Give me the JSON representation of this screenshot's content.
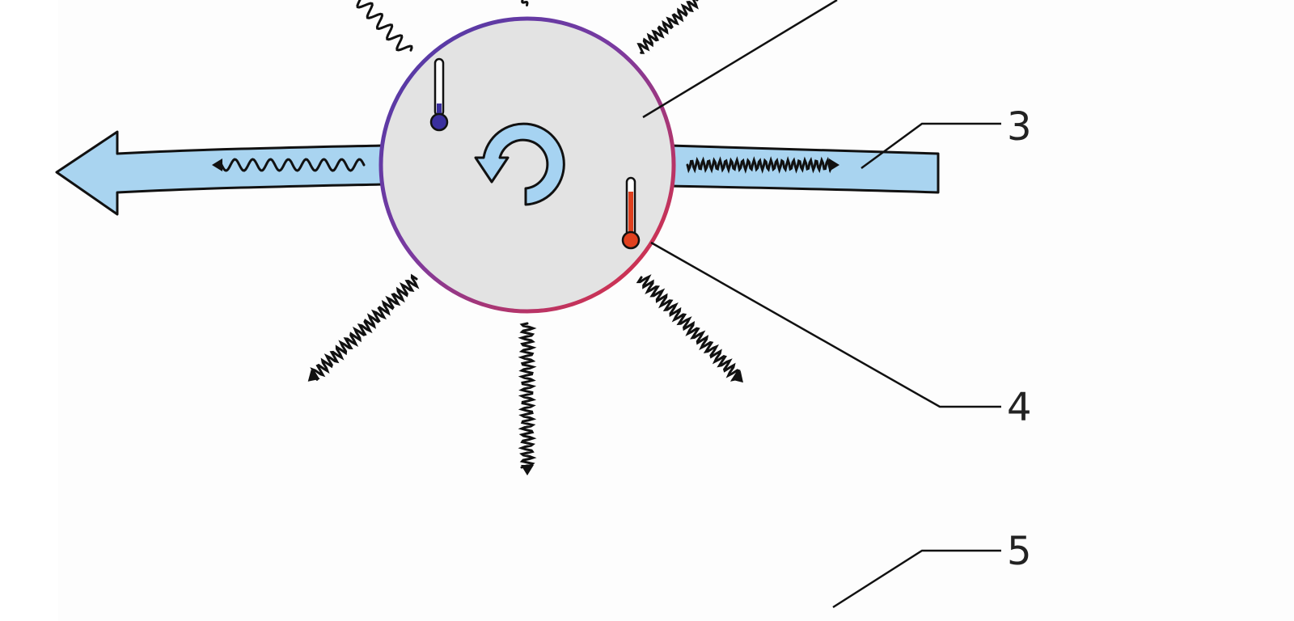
{
  "diagram": {
    "callouts": [
      {
        "number": "3"
      },
      {
        "number": "4"
      },
      {
        "number": "5"
      }
    ],
    "colors": {
      "background": "#ffffff",
      "panel": "#fdfdfd",
      "body_fill": "#e3e3e3",
      "ring_cold": "#4a3aa8",
      "ring_hot": "#e8303a",
      "flow_fill": "#a9d4f0",
      "rotate_fill": "#a6d3f2",
      "thermo_cold": "#3a2f9e",
      "thermo_hot": "#e0401e",
      "stroke": "#111111"
    },
    "icons": [
      "circular-body",
      "rotation-arrow-icon",
      "thermometer-cold-icon",
      "thermometer-hot-icon",
      "outflow-arrow-icon",
      "inflow-stream-icon",
      "wavy-radiation-arrow-icon"
    ]
  }
}
